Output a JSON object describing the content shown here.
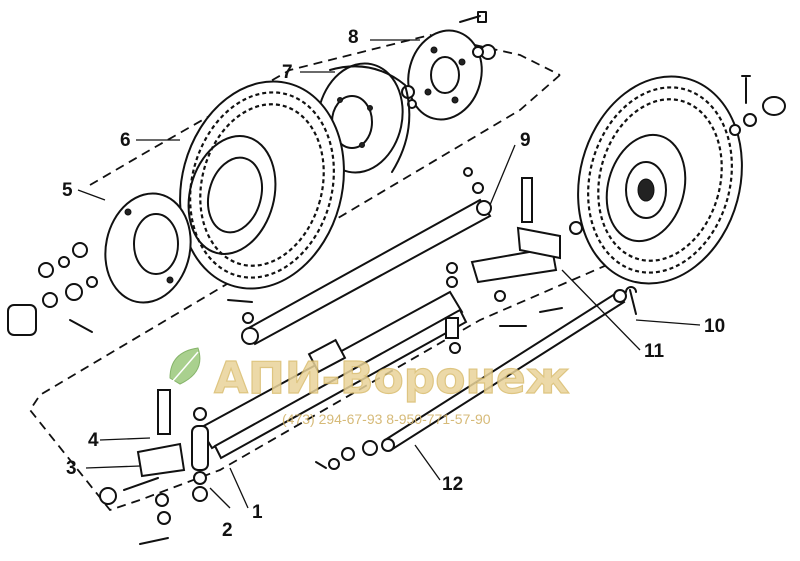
{
  "callouts": [
    "1",
    "2",
    "3",
    "4",
    "5",
    "6",
    "7",
    "8",
    "9",
    "10",
    "11",
    "12"
  ],
  "watermark": {
    "title": "АПИ-Воронеж",
    "phones": "(473) 294-67-93  8-950-771-57-90"
  },
  "colors": {
    "ink": "#111111",
    "background": "#ffffff",
    "watermark_orange": "#e9d39a",
    "watermark_green": "#b8d8a4"
  },
  "icons": [
    "leaf-logo-icon"
  ]
}
